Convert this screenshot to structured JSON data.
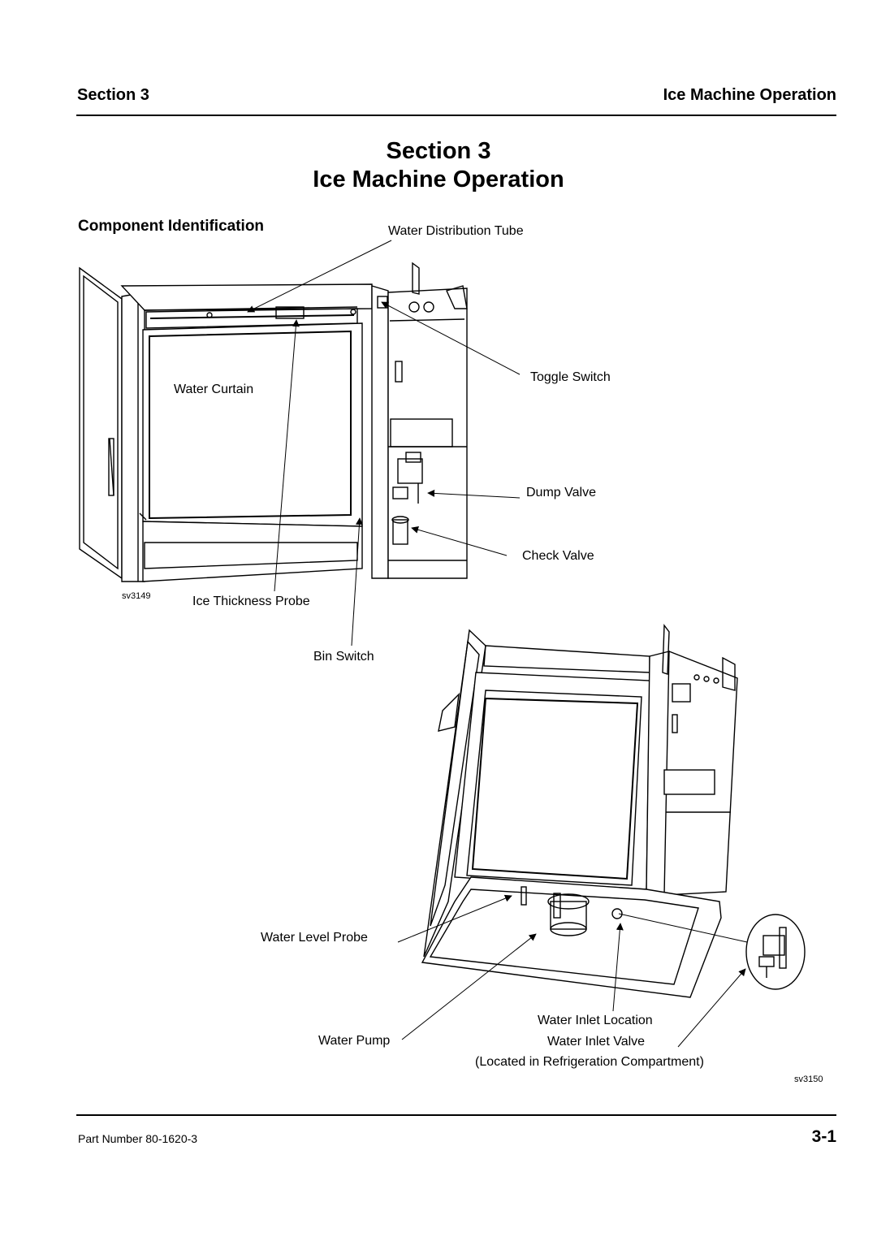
{
  "header": {
    "left": "Section 3",
    "right": "Ice Machine Operation"
  },
  "title": {
    "line1": "Section 3",
    "line2": "Ice Machine Operation"
  },
  "section_heading": "Component Identification",
  "figure1": {
    "id_label": "sv3149",
    "labels": {
      "water_distribution_tube": "Water Distribution Tube",
      "toggle_switch": "Toggle Switch",
      "water_curtain": "Water Curtain",
      "dump_valve": "Dump Valve",
      "check_valve": "Check Valve",
      "ice_thickness_probe": "Ice Thickness Probe",
      "bin_switch": "Bin Switch"
    }
  },
  "figure2": {
    "id_label": "sv3150",
    "labels": {
      "water_level_probe": "Water Level Probe",
      "water_inlet_location": "Water Inlet Location",
      "water_pump": "Water Pump",
      "water_inlet_valve": "Water Inlet Valve",
      "compartment_note": "(Located in Refrigeration Compartment)"
    }
  },
  "footer": {
    "part_number": "Part Number 80-1620-3",
    "page": "3-1"
  }
}
